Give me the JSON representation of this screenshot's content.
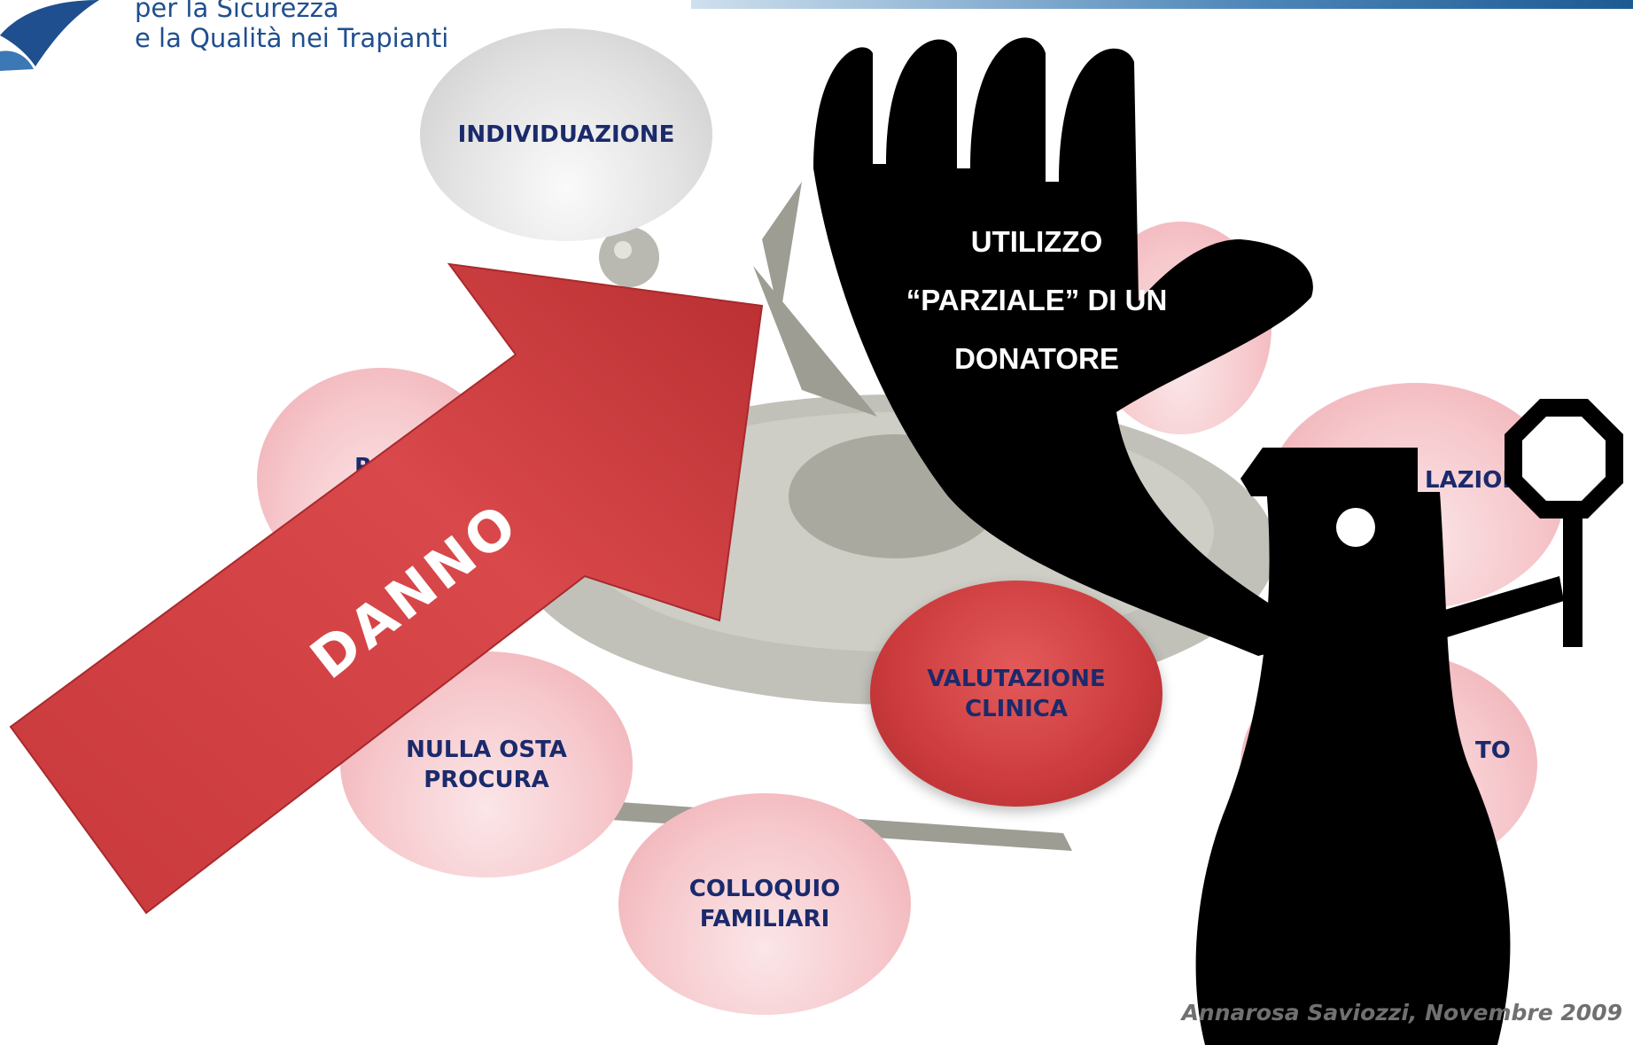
{
  "header": {
    "org_line1": "per la  Sicurezza",
    "org_line2": "e la Qualità nei Trapianti"
  },
  "diagram": {
    "nodes": {
      "individuazione": "INDIVIDUAZIONE",
      "left_partial": "R",
      "right_partial_top": "LAZION",
      "right_partial_bottom": "TO",
      "valutazione_line1": "VALUTAZIONE",
      "valutazione_line2": "CLINICA",
      "nulla_line1": "NULLA OSTA",
      "nulla_line2": "PROCURA",
      "colloquio_line1": "COLLOQUIO",
      "colloquio_line2": "FAMILIARI"
    },
    "hand_text": {
      "line1": "UTILIZZO",
      "line2": "“PARZIALE” DI UN",
      "line3": "DONATORE"
    },
    "arrow_label": "DANNO"
  },
  "footer": {
    "credit": "Annarosa Saviozzi, Novembre 2009"
  },
  "colors": {
    "arrow_red": "#cc3b3d",
    "node_pink": "#f6c8cc",
    "node_grey": "#dcdcdc",
    "node_text": "#1a2a6c",
    "silhouette": "#000000",
    "logo_blue": "#1f4f8f"
  },
  "icons": [
    "logo-swoosh-icon",
    "stop-hand-icon",
    "pawn-figure-icon",
    "stop-sign-icon",
    "spinning-top-icon"
  ]
}
